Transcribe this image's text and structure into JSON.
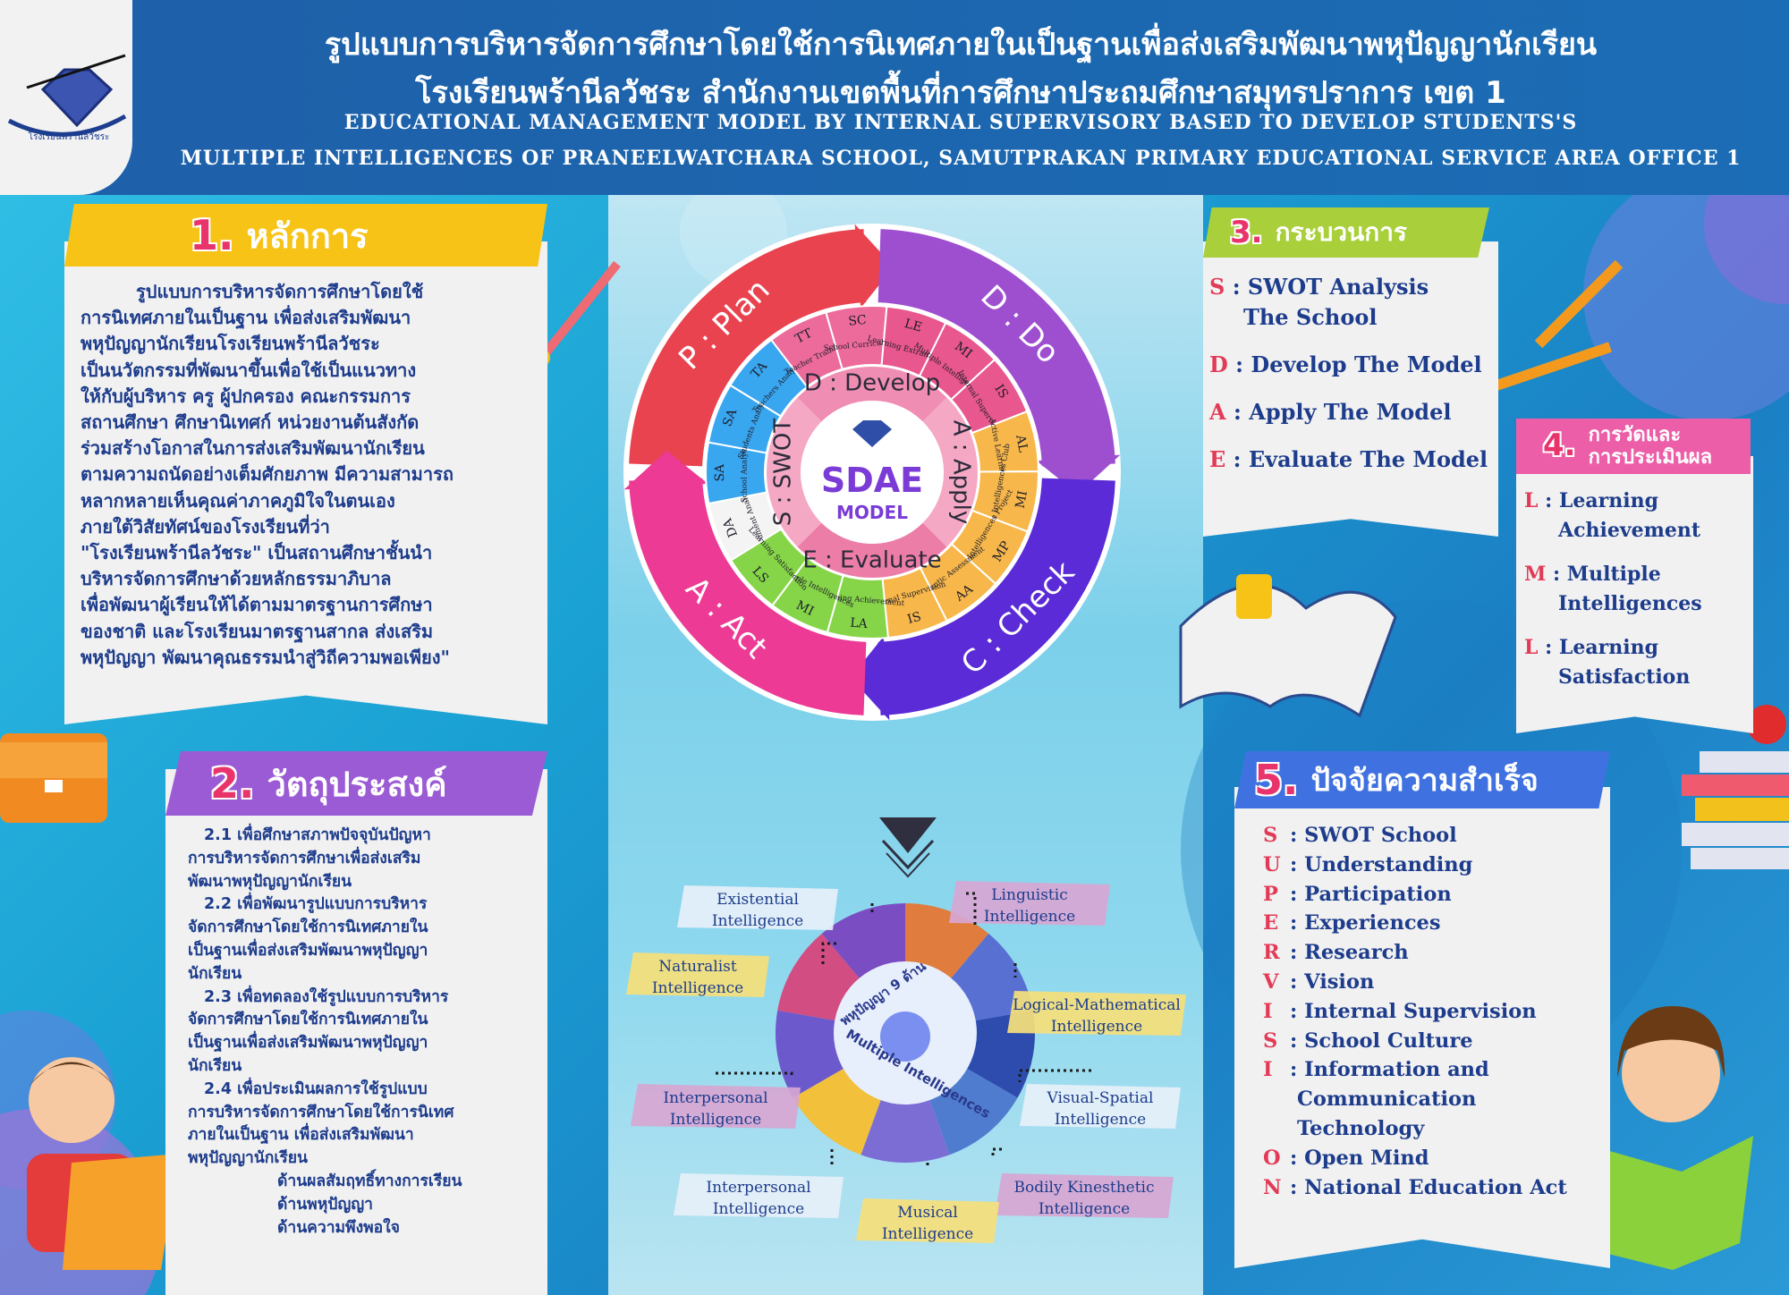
{
  "header": {
    "title_th_1": "รูปแบบการบริหารจัดการศึกษาโดยใช้การนิเทศภายในเป็นฐานเพื่อส่งเสริมพัฒนาพหุปัญญานักเรียน",
    "title_th_2": "โรงเรียนพร้านีลวัชระ   สำนักงานเขตพื้นที่การศึกษาประถมศึกษาสมุทรปราการ  เขต  1",
    "title_en_1": "EDUCATIONAL  MANAGEMENT  MODEL   BY INTERNAL SUPERVISORY BASED TO DEVELOP STUDENTS'S",
    "title_en_2": "MULTIPLE INTELLIGENCES OF PRANEELWATCHARA SCHOOL,   SAMUTPRAKAN PRIMARY EDUCATIONAL SERVICE AREA OFFICE 1",
    "logo_text": "โรงเรียนพร้านีลวัชระ"
  },
  "section1": {
    "number": "1.",
    "title": "หลักการ",
    "lines": [
      "รูปแบบการบริหารจัดการศึกษาโดยใช้",
      "การนิเทศภายในเป็นฐาน  เพื่อส่งเสริมพัฒนา",
      "พหุปัญญานักเรียนโรงเรียนพร้านีลวัชระ",
      "เป็นนวัตกรรมที่พัฒนาขึ้นเพื่อใช้เป็นแนวทาง",
      "ให้กับผู้บริหาร ครู ผู้ปกครอง คณะกรรมการ",
      "สถานศึกษา  ศึกษานิเทศก์ หน่วยงานต้นสังกัด",
      "ร่วมสร้างโอกาสในการส่งเสริมพัฒนานักเรียน",
      "ตามความถนัดอย่างเต็มศักยภาพ  มีความสามารถ",
      "หลากหลายเห็นคุณค่าภาคภูมิใจในตนเอง",
      "ภายใต้วิสัยทัศน์ของโรงเรียนที่ว่า",
      "\"โรงเรียนพร้านีลวัชระ\" เป็นสถานศึกษาชั้นนำ",
      "บริหารจัดการศึกษาด้วยหลักธรรมาภิบาล",
      "เพื่อพัฒนาผู้เรียนให้ได้ตามมาตรฐานการศึกษา",
      "ของชาติ และโรงเรียนมาตรฐานสากล ส่งเสริม",
      "พหุปัญญา พัฒนาคุณธรรมนำสู่วิถีความพอเพียง\""
    ]
  },
  "section2": {
    "number": "2.",
    "title": "วัตถุประสงค์",
    "lines": [
      "2.1 เพื่อศึกษาสภาพปัจจุบันปัญหา",
      "การบริหารจัดการศึกษาเพื่อส่งเสริม",
      "พัฒนาพหุปัญญานักเรียน",
      "2.2 เพื่อพัฒนารูปแบบการบริหาร",
      "จัดการศึกษาโดยใช้การนิเทศภายใน",
      "เป็นฐานเพื่อส่งเสริมพัฒนาพหุปัญญา",
      "นักเรียน",
      "2.3 เพื่อทดลองใช้รูปแบบการบริหาร",
      "จัดการศึกษาโดยใช้การนิเทศภายใน",
      "เป็นฐานเพื่อส่งเสริมพัฒนาพหุปัญญา",
      "นักเรียน",
      "2.4 เพื่อประเมินผลการใช้รูปแบบ",
      "การบริหารจัดการศึกษาโดยใช้การนิเทศ",
      "ภายในเป็นฐาน เพื่อส่งเสริมพัฒนา",
      "พหุปัญญานักเรียน",
      "ด้านผลสัมฤทธิ์ทางการเรียน",
      "ด้านพหุปัญญา",
      "ด้านความพึงพอใจ"
    ]
  },
  "section3": {
    "number": "3.",
    "title": "กระบวนการ",
    "items": [
      {
        "letter": "S",
        "text": ": SWOT Analysis",
        "cont": "The School"
      },
      {
        "letter": "D",
        "text": ": Develop The Model",
        "cont": ""
      },
      {
        "letter": "A",
        "text": ": Apply The Model",
        "cont": ""
      },
      {
        "letter": "E",
        "text": ": Evaluate The Model",
        "cont": ""
      }
    ]
  },
  "section4": {
    "number": "4.",
    "title_1": "การวัดและ",
    "title_2": "การประเมินผล",
    "items": [
      {
        "letter": "L",
        "text": ": Learning",
        "cont": "Achievement"
      },
      {
        "letter": "M",
        "text": ": Multiple",
        "cont": "Intelligences"
      },
      {
        "letter": "L",
        "text": ": Learning",
        "cont": "Satisfaction"
      }
    ]
  },
  "section5": {
    "number": "5.",
    "title": "ปัจจัยความสำเร็จ",
    "items": [
      {
        "letter": "S",
        "text": ": SWOT School"
      },
      {
        "letter": "U",
        "text": ": Understanding"
      },
      {
        "letter": "P",
        "text": ": Participation"
      },
      {
        "letter": "E",
        "text": ": Experiences"
      },
      {
        "letter": "R",
        "text": ": Research"
      },
      {
        "letter": "V",
        "text": ": Vision"
      },
      {
        "letter": "I",
        "text": ": Internal Supervision"
      },
      {
        "letter": "S",
        "text": ": School Culture"
      },
      {
        "letter": "I",
        "text": ": Information and",
        "cont": [
          "Communication",
          "Technology"
        ]
      },
      {
        "letter": "O",
        "text": ": Open Mind"
      },
      {
        "letter": "N",
        "text": ": National Education Act"
      }
    ]
  },
  "cycle": {
    "center_1": "SDAE",
    "center_2": "MODEL",
    "outer": [
      {
        "label": "P : Plan",
        "color": "#e8434f"
      },
      {
        "label": "D : Do",
        "color": "#9e4fd0"
      },
      {
        "label": "C : Check",
        "color": "#5a2bd6"
      },
      {
        "label": "A : Act",
        "color": "#ec3a95"
      }
    ],
    "mid": [
      {
        "label": "S : SWOT"
      },
      {
        "label": "D : Develop"
      },
      {
        "label": "A : Apply"
      },
      {
        "label": "E : Evaluate"
      }
    ],
    "inner_labels": [
      {
        "abbr": "DA",
        "name": "Document Analysis"
      },
      {
        "abbr": "SA",
        "name": "School Analysis"
      },
      {
        "abbr": "SA",
        "name": "Students Analysis"
      },
      {
        "abbr": "TA",
        "name": "Teachers Analysis"
      },
      {
        "abbr": "TT",
        "name": "Teacher Training"
      },
      {
        "abbr": "SC",
        "name": "School Curriculum"
      },
      {
        "abbr": "LE",
        "name": "Learning Extramural"
      },
      {
        "abbr": "MI",
        "name": "Multiple Intelligences"
      },
      {
        "abbr": "IS",
        "name": "Internal Supervision"
      },
      {
        "abbr": "AL",
        "name": "Active Learning"
      },
      {
        "abbr": "MI",
        "name": "Multiple Intelligences Club"
      },
      {
        "abbr": "MP",
        "name": "Multiple Intelligences Project"
      },
      {
        "abbr": "AA",
        "name": "Authentic Assessment"
      },
      {
        "abbr": "IS",
        "name": "Internal Supervision"
      },
      {
        "abbr": "LA",
        "name": "Learning Achievement"
      },
      {
        "abbr": "MI",
        "name": "Multiple Intelligences"
      },
      {
        "abbr": "LS",
        "name": "Learning Satisfaction"
      }
    ]
  },
  "intelligences": {
    "center_th": "พหุปัญญา 9 ด้าน",
    "center_en": "Multiple Intelligences",
    "items": [
      {
        "line1": "Existential",
        "line2": "Intelligence"
      },
      {
        "line1": "Linguistic",
        "line2": "Intelligence"
      },
      {
        "line1": "Naturalist",
        "line2": "Intelligence"
      },
      {
        "line1": "Logical-Mathematical",
        "line2": "Intelligence"
      },
      {
        "line1": "Interpersonal",
        "line2": "Intelligence"
      },
      {
        "line1": "Visual-Spatial",
        "line2": "Intelligence"
      },
      {
        "line1": "Interpersonal",
        "line2": "Intelligence"
      },
      {
        "line1": "Bodily Kinesthetic",
        "line2": "Intelligence"
      },
      {
        "line1": "Musical",
        "line2": "Intelligence"
      }
    ]
  }
}
